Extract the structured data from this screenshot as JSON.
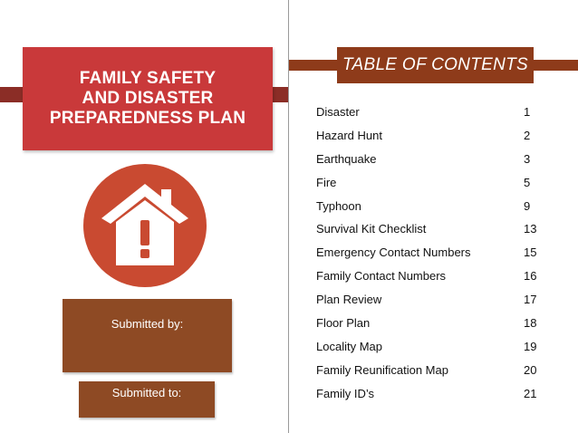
{
  "cover": {
    "title": "FAMILY SAFETY\nAND DISASTER\nPREPAREDNESS PLAN",
    "icon": "house-warning-icon",
    "submitted_by_label": "Submitted by:",
    "submitted_to_label": "Submitted to:"
  },
  "toc": {
    "title": "TABLE OF CONTENTS",
    "entries": [
      {
        "label": "Disaster",
        "page": "1"
      },
      {
        "label": "Hazard Hunt",
        "page": "2"
      },
      {
        "label": "Earthquake",
        "page": "3"
      },
      {
        "label": "Fire",
        "page": "5"
      },
      {
        "label": "Typhoon",
        "page": "9"
      },
      {
        "label": "Survival Kit Checklist",
        "page": "13"
      },
      {
        "label": "Emergency Contact Numbers",
        "page": "15"
      },
      {
        "label": "Family Contact Numbers",
        "page": "16"
      },
      {
        "label": "Plan Review",
        "page": "17"
      },
      {
        "label": "Floor Plan",
        "page": "18"
      },
      {
        "label": "Locality Map",
        "page": "19"
      },
      {
        "label": "Family Reunification Map",
        "page": "20"
      },
      {
        "label": "Family ID’s",
        "page": "21"
      }
    ]
  },
  "colors": {
    "title_red": "#c9393a",
    "band_dark_red": "#8b2d26",
    "circle_orange_red": "#c94a31",
    "box_brown": "#8e4a24",
    "toc_brown": "#8e3b1a"
  }
}
